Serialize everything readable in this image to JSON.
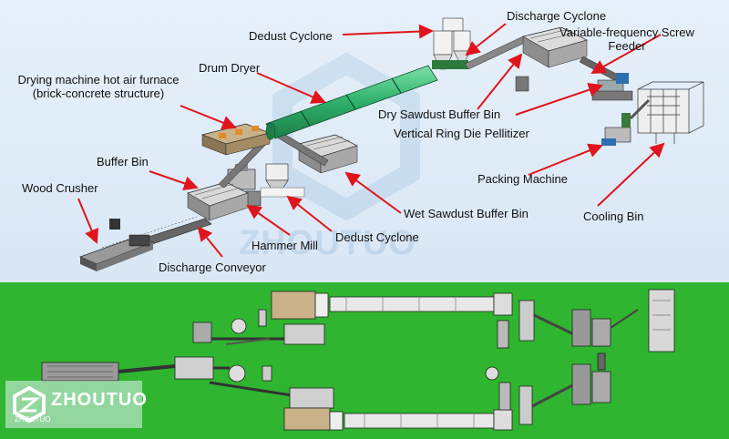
{
  "labels": {
    "dedust_cyclone_top": "Dedust Cyclone",
    "discharge_cyclone": "Discharge Cyclone",
    "vf_screw_feeder_l1": "Variable-frequency Screw",
    "vf_screw_feeder_l2": "Feeder",
    "drum_dryer": "Drum Dryer",
    "hot_air_furnace_l1": "Drying machine hot air furnace",
    "hot_air_furnace_l2": "(brick-concrete structure)",
    "dry_sawdust_buffer_bin": "Dry Sawdust Buffer Bin",
    "ring_die_pelletizer": "Vertical Ring Die Pellitizer",
    "buffer_bin": "Buffer Bin",
    "wood_crusher": "Wood Crusher",
    "packing_machine": "Packing Machine",
    "wet_sawdust_buffer_bin": "Wet Sawdust Buffer Bin",
    "cooling_bin": "Cooling Bin",
    "hammer_mill": "Hammer Mill",
    "dedust_cyclone_bottom": "Dedust Cyclone",
    "discharge_conveyor": "Discharge Conveyor"
  },
  "watermark": "ZHOUTUO",
  "logo": {
    "name": "ZHOUTUO",
    "sub": "ZHOUTUO"
  },
  "colors": {
    "top_bg": "#dbe9f6",
    "bottom_bg": "#2fb52f",
    "arrow": "#e0141c",
    "dryer": "#39c07a"
  }
}
